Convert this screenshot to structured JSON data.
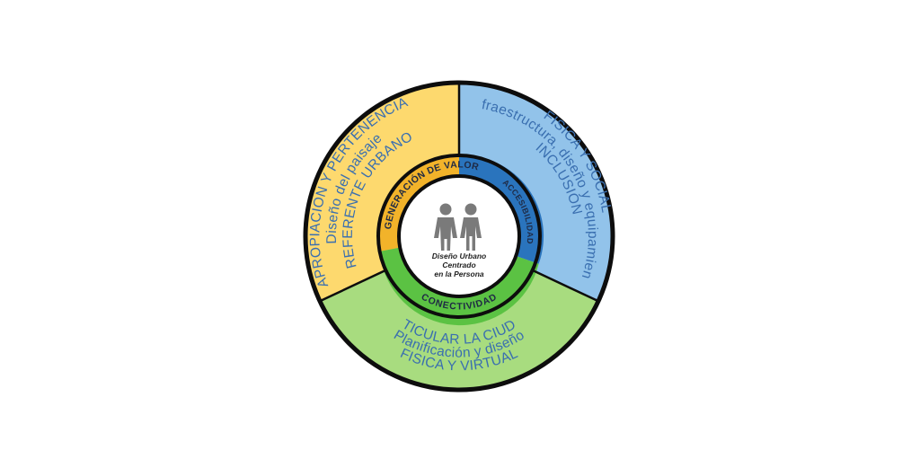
{
  "colors": {
    "yellow_outer": "#fdd96e",
    "yellow_inner": "#f2b32a",
    "blue_outer": "#92c3ea",
    "blue_inner": "#2a74bd",
    "green_outer": "#a8dc7f",
    "green_inner": "#5bc243",
    "outline": "#0d0d0d",
    "outer_text": "#3a6fb0",
    "figures": "#7a7a7a"
  },
  "outer_ring": {
    "yellow": {
      "line1": "APROPIACION Y PERTENENCIA",
      "line2": "Diseño del paisaje",
      "line3": "REFERENTE URBANO"
    },
    "blue": {
      "line1": "FISICA Y SOCIAL",
      "line2": "Infraestructura, diseño y equipamiento",
      "line3": "INCLUSION"
    },
    "green": {
      "line1": "FISICA Y VIRTUAL",
      "line2": "Planificación y diseño",
      "line3": "ARTICULAR LA CIUDAD"
    }
  },
  "inner_ring": {
    "yellow_label": "GENERACIÓN DE VALOR",
    "blue_label": "ACCESIBILIDAD",
    "green_label": "CONECTIVIDAD"
  },
  "center": {
    "icon": "people-icon",
    "line1": "Diseño Urbano",
    "line2": "Centrado",
    "line3": "en la Persona"
  }
}
